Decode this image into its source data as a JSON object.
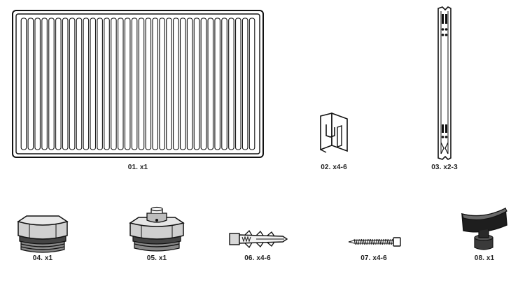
{
  "parts": [
    {
      "id": "01",
      "label": "01. x1",
      "icon": "radiator-panel-icon"
    },
    {
      "id": "02",
      "label": "02. x4-6",
      "icon": "bracket-clip-icon"
    },
    {
      "id": "03",
      "label": "03. x2-3",
      "icon": "mounting-rail-icon"
    },
    {
      "id": "04",
      "label": "04. x1",
      "icon": "blanking-plug-icon"
    },
    {
      "id": "05",
      "label": "05. x1",
      "icon": "air-vent-plug-icon"
    },
    {
      "id": "06",
      "label": "06. x4-6",
      "icon": "wall-plug-icon"
    },
    {
      "id": "07",
      "label": "07. x4-6",
      "icon": "screw-icon"
    },
    {
      "id": "08",
      "label": "08. x1",
      "icon": "vent-key-icon"
    }
  ],
  "colors": {
    "line": "#111111",
    "dark": "#222222",
    "mid": "#777777",
    "light": "#cfcfcf",
    "background": "#ffffff"
  }
}
